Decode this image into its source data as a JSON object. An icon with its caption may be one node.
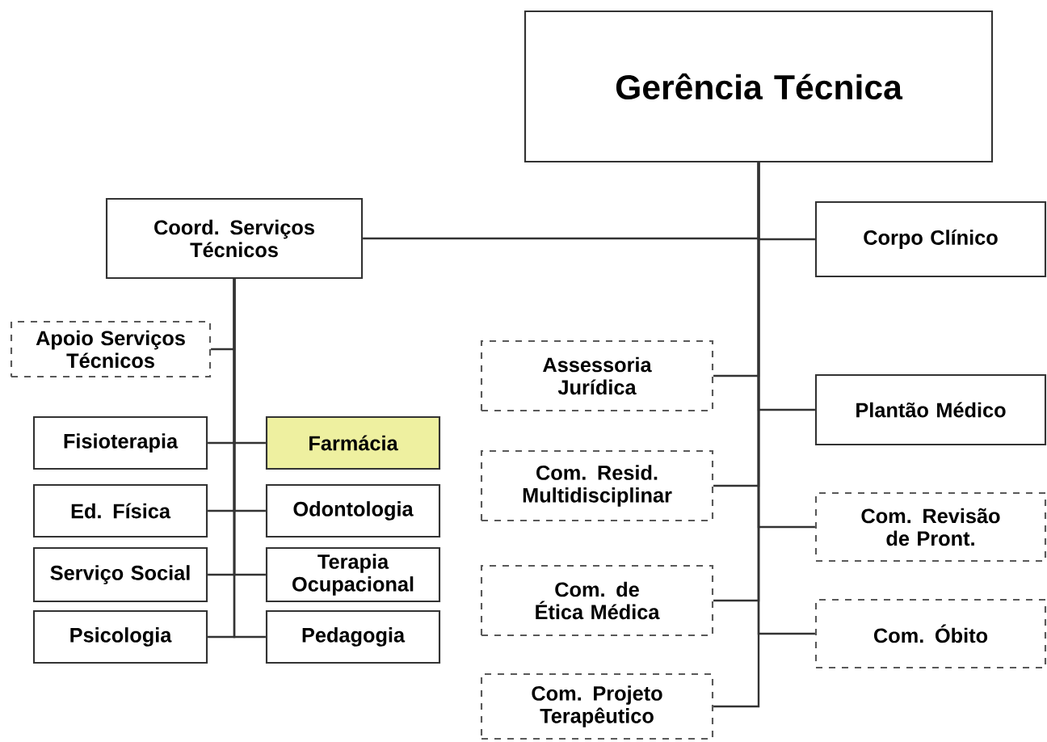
{
  "diagram": {
    "nodes": [
      {
        "text": [
          "Gerência Técnica"
        ]
      },
      {
        "text": [
          "Coord. Serviços Técnicos"
        ]
      },
      {
        "text": [
          "Corpo Clínico"
        ]
      },
      {
        "text": [
          "Apoio Serviços Técnicos"
        ]
      },
      {
        "text": [
          "Fisioterapia"
        ]
      },
      {
        "text": [
          "Farmácia"
        ]
      },
      {
        "text": [
          "Ed. Física"
        ]
      },
      {
        "text": [
          "Odontologia"
        ]
      },
      {
        "text": [
          "Serviço Social"
        ]
      },
      {
        "text": [
          "Terapia Ocupacional"
        ]
      },
      {
        "text": [
          "Psicologia"
        ]
      },
      {
        "text": [
          "Pedagogia"
        ]
      },
      {
        "text": [
          "Assessoria Jurídica"
        ]
      },
      {
        "text": [
          "Plantão Médico"
        ]
      },
      {
        "text": [
          "Com. Resid. Multidisciplinar"
        ]
      },
      {
        "text": [
          "Com. Revisão de Pront."
        ]
      },
      {
        "text": [
          "Com. de Ética Médica"
        ]
      },
      {
        "text": [
          "Com. Óbito"
        ]
      },
      {
        "text": [
          "Com. Projeto Terapêutico"
        ]
      }
    ],
    "edges": [
      {
        "from": 0,
        "to": 1,
        "arrow": "none"
      },
      {
        "from": 0,
        "to": 2,
        "arrow": "none"
      },
      {
        "from": 1,
        "to": 3,
        "arrow": "none"
      },
      {
        "from": 1,
        "to": 4,
        "arrow": "none"
      },
      {
        "from": 1,
        "to": 5,
        "arrow": "none"
      },
      {
        "from": 1,
        "to": 6,
        "arrow": "none"
      },
      {
        "from": 1,
        "to": 7,
        "arrow": "none"
      },
      {
        "from": 1,
        "to": 8,
        "arrow": "none"
      },
      {
        "from": 1,
        "to": 9,
        "arrow": "none"
      },
      {
        "from": 1,
        "to": 10,
        "arrow": "none"
      },
      {
        "from": 1,
        "to": 11,
        "arrow": "none"
      },
      {
        "from": 0,
        "to": 12,
        "arrow": "none"
      },
      {
        "from": 0,
        "to": 13,
        "arrow": "none"
      },
      {
        "from": 0,
        "to": 14,
        "arrow": "none"
      },
      {
        "from": 0,
        "to": 15,
        "arrow": "none"
      },
      {
        "from": 0,
        "to": 16,
        "arrow": "none"
      },
      {
        "from": 0,
        "to": 17,
        "arrow": "none"
      },
      {
        "from": 0,
        "to": 18,
        "arrow": "none"
      }
    ]
  }
}
